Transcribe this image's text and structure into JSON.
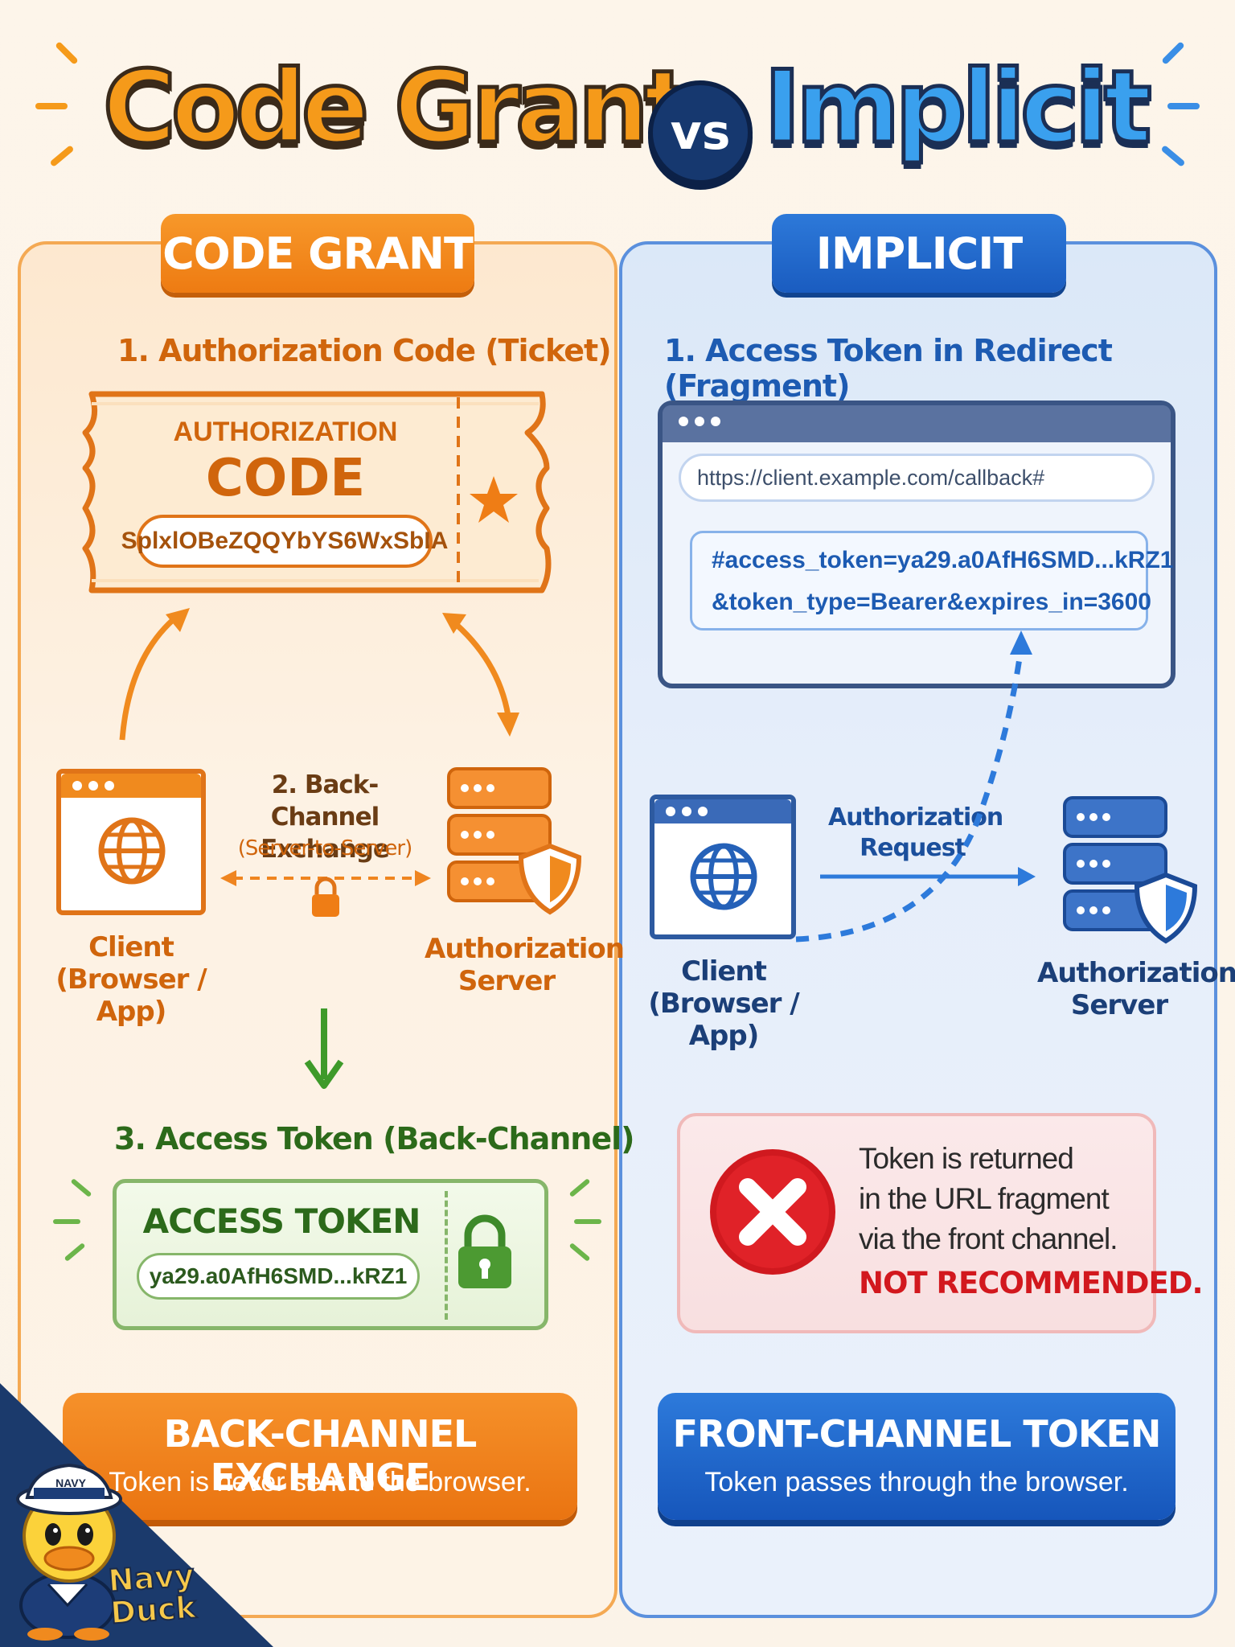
{
  "title": {
    "left": "Code Grant",
    "vs": "vs",
    "right": "Implicit"
  },
  "left": {
    "tab": "CODE GRANT",
    "step1": "1. Authorization Code (Ticket)",
    "ticket": {
      "label": "AUTHORIZATION",
      "headline": "CODE",
      "code": "SplxlOBeZQQYbYS6WxSbIA"
    },
    "step2": {
      "line1": "2. Back-Channel",
      "line2": "Exchange",
      "note": "(Server-to-Server)"
    },
    "client": {
      "line1": "Client",
      "line2": "(Browser / App)"
    },
    "server": {
      "line1": "Authorization",
      "line2": "Server"
    },
    "step3": "3. Access Token (Back-Channel)",
    "token": {
      "title": "ACCESS TOKEN",
      "value": "ya29.a0AfH6SMD...kRZ1"
    },
    "banner": {
      "title": "BACK-CHANNEL EXCHANGE",
      "subtitle": "Token is never sent to the browser."
    },
    "accent": "#ee7b12"
  },
  "right": {
    "tab": "IMPLICIT",
    "step1": "1. Access Token in Redirect (Fragment)",
    "url": "https://client.example.com/callback#",
    "fragment": {
      "line1": "#access_token=ya29.a0AfH6SMD...kRZ1",
      "line2": "&token_type=Bearer&expires_in=3600"
    },
    "request": {
      "line1": "Authorization",
      "line2": "Request"
    },
    "client": {
      "line1": "Client",
      "line2": "(Browser / App)"
    },
    "server": {
      "line1": "Authorization",
      "line2": "Server"
    },
    "warning": {
      "line1": "Token is returned",
      "line2": "in the URL fragment",
      "line3": "via the front channel.",
      "verdict": "NOT RECOMMENDED."
    },
    "banner": {
      "title": "FRONT-CHANNEL TOKEN",
      "subtitle": "Token passes through the browser."
    },
    "accent": "#1a5cc0"
  },
  "mascot": {
    "hat": "NAVY",
    "line1": "Navy",
    "line2": "Duck"
  },
  "icons": [
    "ticket-icon",
    "star-icon",
    "globe-icon",
    "server-icon",
    "shield-icon",
    "lock-icon",
    "padlock-icon",
    "x-icon",
    "browser-window-icon",
    "duck-mascot-icon"
  ]
}
